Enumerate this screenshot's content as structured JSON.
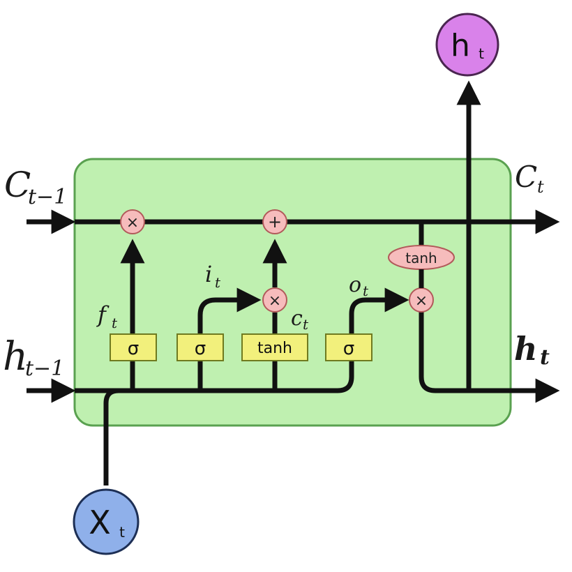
{
  "colors": {
    "cell_fill": "#bff0b0",
    "cell_stroke": "#5aa150",
    "gate_fill": "#f2f07c",
    "gate_stroke": "#6f7a1f",
    "op_fill": "#f6bcbc",
    "op_stroke": "#b15a5a",
    "output_node": "#d982ea",
    "input_node": "#8fb0ea"
  },
  "labels": {
    "c_prev": "C",
    "c_prev_sub": "t−1",
    "c_next": "C",
    "c_next_sub": "t",
    "h_prev": "h",
    "h_prev_sub": "t−1",
    "h_next": "h",
    "h_next_sub": "t",
    "f_t": "f",
    "f_t_sub": "t",
    "i_t": "i",
    "i_t_sub": "t",
    "c_t": "c",
    "c_t_sub": "t",
    "o_t": "o",
    "o_t_sub": "t"
  },
  "gates": {
    "forget": "σ",
    "input": "σ",
    "candidate": "tanh",
    "output": "σ"
  },
  "ops": {
    "mul_forget": "×",
    "add": "+",
    "mul_input": "×",
    "mul_output": "×",
    "tanh_oval": "tanh"
  },
  "nodes": {
    "output_main": "h",
    "output_sub": "t",
    "input_main": "X",
    "input_sub": "t"
  }
}
